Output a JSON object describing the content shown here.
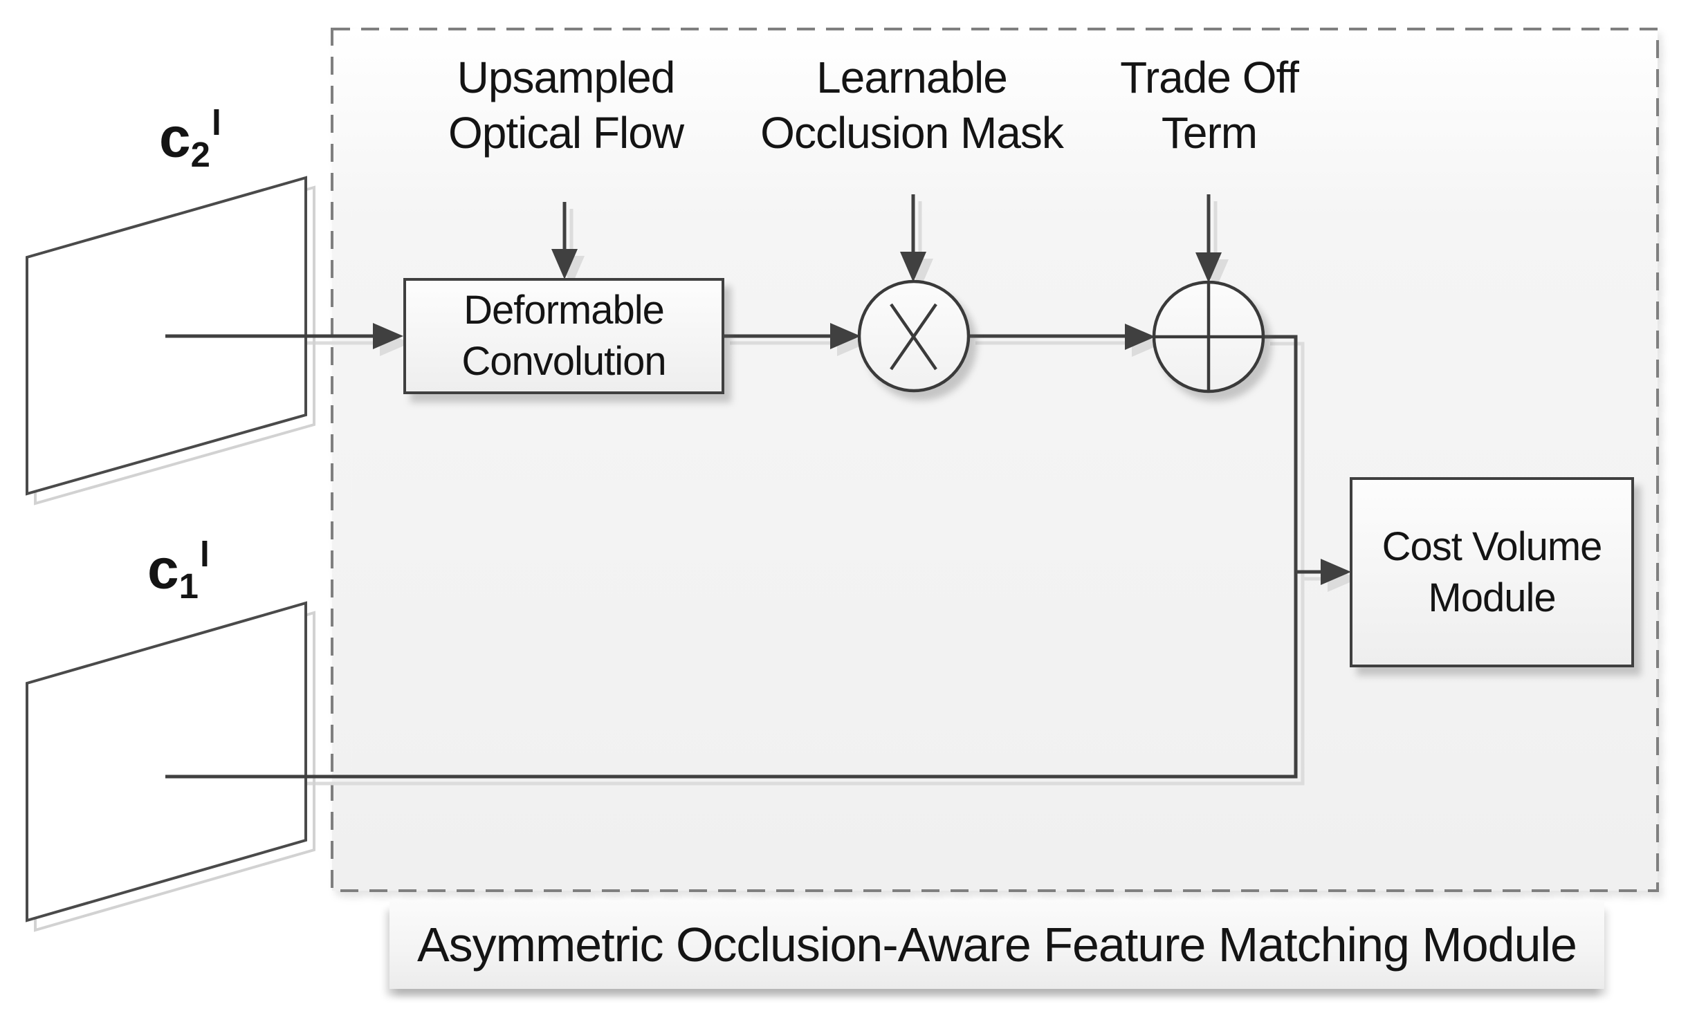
{
  "diagram": {
    "caption": "Asymmetric Occlusion-Aware Feature Matching Module",
    "inputs": {
      "c2": {
        "base": "c",
        "sub": "2",
        "sup": "l"
      },
      "c1": {
        "base": "c",
        "sub": "1",
        "sup": "l"
      }
    },
    "annotations": {
      "upsampled": {
        "line1": "Upsampled",
        "line2": "Optical Flow"
      },
      "learnable": {
        "line1": "Learnable",
        "line2": "Occlusion Mask"
      },
      "tradeoff": {
        "line1": "Trade Off",
        "line2": "Term"
      }
    },
    "nodes": {
      "deformable_conv": {
        "line1": "Deformable",
        "line2": "Convolution"
      },
      "cost_volume": {
        "line1": "Cost Volume",
        "line2": "Module"
      }
    },
    "operators": {
      "multiply": "multiply-icon",
      "add": "add-icon"
    },
    "colors": {
      "flow_line": "#404040",
      "box_border": "#3f3f3f",
      "dashed_border": "#7f7f7f",
      "text": "#141414",
      "shadow_line": "#dcdcdc"
    }
  }
}
